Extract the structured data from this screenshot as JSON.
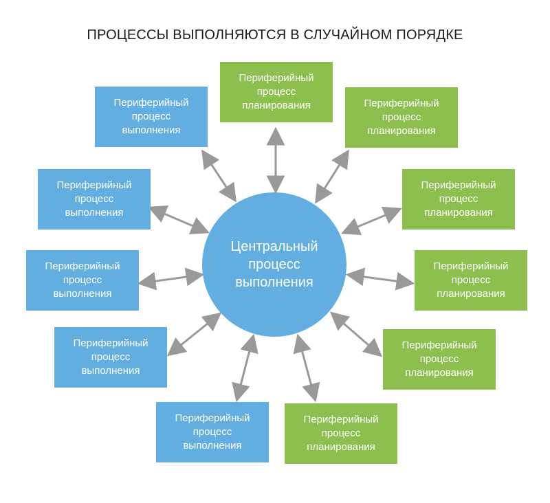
{
  "title": "ПРОЦЕССЫ ВЫПОЛНЯЮТСЯ В СЛУЧАЙНОМ ПОРЯДКЕ",
  "center": {
    "label": "Центральный\nпроцесс\nвыполнения"
  },
  "colors": {
    "blue": "#62aee0",
    "green": "#8dbf4f",
    "arrow": "#999999"
  },
  "nodes": [
    {
      "label": "Периферийный\nпроцесс\nвыполнения",
      "kind": "execution"
    },
    {
      "label": "Периферийный\nпроцесс\nвыполнения",
      "kind": "execution"
    },
    {
      "label": "Периферийный\nпроцесс\nвыполнения",
      "kind": "execution"
    },
    {
      "label": "Периферийный\nпроцесс\nвыполнения",
      "kind": "execution"
    },
    {
      "label": "Периферийный\nпроцесс\nвыполнения",
      "kind": "execution"
    },
    {
      "label": "Периферийный\nпроцесс\nпланирования",
      "kind": "planning"
    },
    {
      "label": "Периферийный\nпроцесс\nпланирования",
      "kind": "planning"
    },
    {
      "label": "Периферийный\nпроцесс\nпланирования",
      "kind": "planning"
    },
    {
      "label": "Периферийный\nпроцесс\nпланирования",
      "kind": "planning"
    },
    {
      "label": "Периферийный\nпроцесс\nпланирования",
      "kind": "planning"
    },
    {
      "label": "Периферийный\nпроцесс\nпланирования",
      "kind": "planning"
    }
  ]
}
